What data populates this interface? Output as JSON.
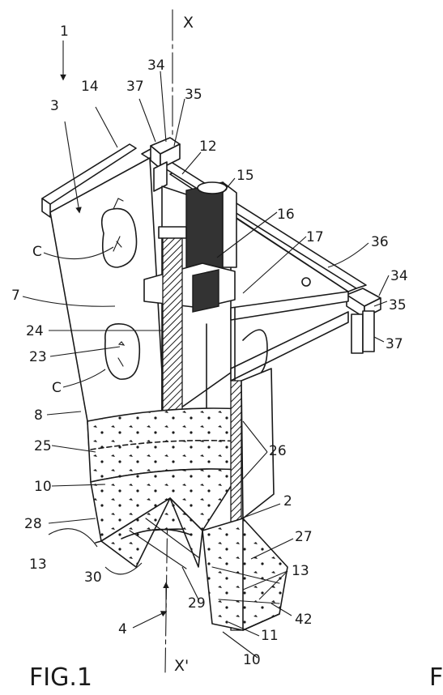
{
  "figure": {
    "title": "FIG.1",
    "side_fragment": "F"
  },
  "axis": {
    "top_label": "X",
    "bottom_label": "X'"
  },
  "labels": [
    {
      "id": "l1",
      "text": "1"
    },
    {
      "id": "l3",
      "text": "3"
    },
    {
      "id": "l14",
      "text": "14"
    },
    {
      "id": "l37a",
      "text": "37"
    },
    {
      "id": "l34a",
      "text": "34"
    },
    {
      "id": "l35a",
      "text": "35"
    },
    {
      "id": "l12",
      "text": "12"
    },
    {
      "id": "l15",
      "text": "15"
    },
    {
      "id": "l16",
      "text": "16"
    },
    {
      "id": "l17",
      "text": "17"
    },
    {
      "id": "l36",
      "text": "36"
    },
    {
      "id": "l34b",
      "text": "34"
    },
    {
      "id": "l35b",
      "text": "35"
    },
    {
      "id": "l37b",
      "text": "37"
    },
    {
      "id": "lC1",
      "text": "C"
    },
    {
      "id": "l7",
      "text": "7"
    },
    {
      "id": "l24",
      "text": "24"
    },
    {
      "id": "l23",
      "text": "23"
    },
    {
      "id": "lC2",
      "text": "C"
    },
    {
      "id": "l8",
      "text": "8"
    },
    {
      "id": "l25",
      "text": "25"
    },
    {
      "id": "l26",
      "text": "26"
    },
    {
      "id": "l10a",
      "text": "10"
    },
    {
      "id": "l2",
      "text": "2"
    },
    {
      "id": "l28",
      "text": "28"
    },
    {
      "id": "l27",
      "text": "27"
    },
    {
      "id": "l13a",
      "text": "13"
    },
    {
      "id": "l13b",
      "text": "13"
    },
    {
      "id": "l30",
      "text": "30"
    },
    {
      "id": "l29",
      "text": "29"
    },
    {
      "id": "l42",
      "text": "42"
    },
    {
      "id": "l4",
      "text": "4"
    },
    {
      "id": "l11",
      "text": "11"
    },
    {
      "id": "l10b",
      "text": "10"
    }
  ]
}
